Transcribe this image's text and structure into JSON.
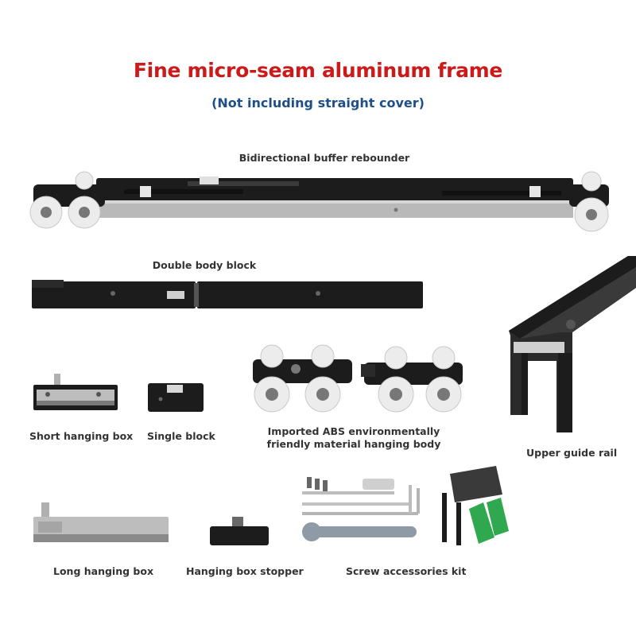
{
  "heading": {
    "title": "Fine micro-seam aluminum frame",
    "subtitle": "(Not including straight cover)"
  },
  "labels": {
    "buffer": "Bidirectional buffer rebounder",
    "double_block": "Double body block",
    "short_box": "Short hanging box",
    "single_block": "Single block",
    "abs_line1": "Imported ABS environmentally",
    "abs_line2": "friendly material hanging body",
    "rail": "Upper guide rail",
    "long_box": "Long hanging box",
    "stopper": "Hanging box stopper",
    "screw_kit": "Screw accessories kit"
  },
  "colors": {
    "title": "#cc1a1a",
    "subtitle": "#1f4f8a",
    "label": "#333333",
    "frame_black": "#1c1c1c",
    "aluminum": "#b9b9b9",
    "wheel": "#ececec",
    "dowel": "#2fa84f"
  }
}
